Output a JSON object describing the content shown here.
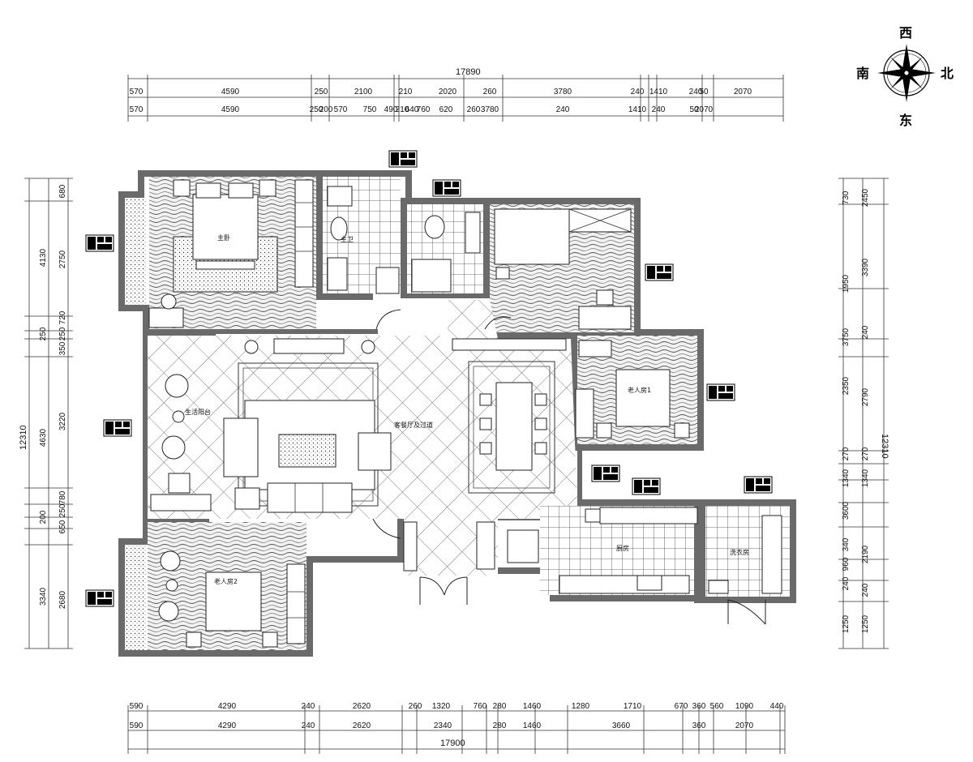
{
  "compass": {
    "north": "北",
    "south": "南",
    "east": "东",
    "west": "西"
  },
  "dimensions": {
    "top_total": "17890",
    "top_row1": [
      "570",
      "4590",
      "250",
      "2100",
      "210",
      "2020",
      "260",
      "3780",
      "240",
      "1410",
      "240",
      "50",
      "2070"
    ],
    "top_row2": [
      "570",
      "4590",
      "250",
      "200",
      "570",
      "750",
      "490",
      "210",
      "640",
      "760",
      "620",
      "260",
      "3780",
      "240",
      "1410",
      "240",
      "50",
      "2070"
    ],
    "bottom_row1": [
      "590",
      "4290",
      "240",
      "2620",
      "260",
      "1320",
      "760",
      "280",
      "1460",
      "1280",
      "1710",
      "670",
      "360",
      "560",
      "1090",
      "440"
    ],
    "bottom_row2": [
      "590",
      "4290",
      "240",
      "2620",
      "2340",
      "280",
      "1460",
      "3660",
      "360",
      "2070"
    ],
    "bottom_total": "17900",
    "left_total": "12310",
    "left_outer": [
      "4130",
      "250",
      "4630",
      "200",
      "3340"
    ],
    "left_inner": [
      "680",
      "2750",
      "720",
      "250",
      "350",
      "3220",
      "780",
      "250",
      "650",
      "2680"
    ],
    "right_total": "12310",
    "right_outer": [
      "730",
      "1950",
      "3750",
      "2350",
      "270",
      "1340",
      "3600",
      "340",
      "960",
      "240",
      "1250"
    ],
    "right_inner": [
      "2450",
      "3390",
      "240",
      "2790",
      "270",
      "1340",
      "2190",
      "240",
      "1250"
    ]
  },
  "rooms": {
    "master_bedroom": "主卧",
    "master_bath": "主卫",
    "living_dining": "客餐厅及过道",
    "balcony": "生活阳台",
    "elder_room_1": "老人房1",
    "elder_room_2": "老人房2",
    "kitchen": "厨房",
    "utility": "洗衣房"
  },
  "colors": {
    "wall": "#6a6a6a",
    "line": "#222222",
    "paper": "#ffffff"
  }
}
